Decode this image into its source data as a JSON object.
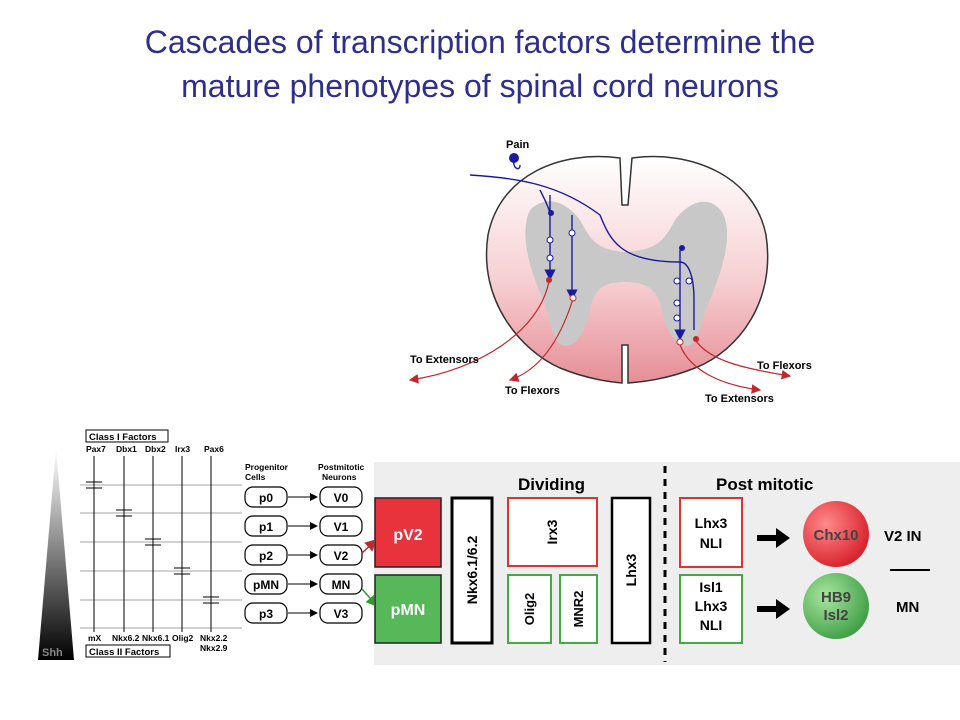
{
  "title": {
    "line1": "Cascades of transcription factors determine the",
    "line2": "mature phenotypes of spinal cord neurons"
  },
  "spinal_cord": {
    "pain": "Pain",
    "to_extensors_left": "To Extensors",
    "to_flexors_left": "To Flexors",
    "to_flexors_right": "To Flexors",
    "to_extensors_right": "To Extensors"
  },
  "gradient": {
    "shh": "Shh",
    "class1": "Class I Factors",
    "class2": "Class II Factors",
    "class1_factors": [
      "Pax7",
      "Dbx1",
      "Dbx2",
      "Irx3",
      "Pax6"
    ],
    "class2_factors": [
      "mX",
      "Nkx6.2",
      "Nkx6.1",
      "Olig2",
      "Nkx2.2",
      "Nkx2.9"
    ],
    "progenitor_header": [
      "Progenitor",
      "Cells"
    ],
    "postmitotic_header": [
      "Postmitotic",
      "Neurons"
    ],
    "progenitors": [
      "p0",
      "p1",
      "p2",
      "pMN",
      "p3"
    ],
    "neurons": [
      "V0",
      "V1",
      "V2",
      "MN",
      "V3"
    ]
  },
  "panel": {
    "dividing": "Dividing",
    "post_mitotic": "Post mitotic",
    "pv2": "pV2",
    "pmn": "pMN",
    "nkx": "Nkx6.1/6.2",
    "irx3": "Irx3",
    "olig2": "Olig2",
    "mnr2": "MNR2",
    "lhx3": "Lhx3",
    "lhx3_nli": [
      "Lhx3",
      "NLI"
    ],
    "isl1_lhx3_nli": [
      "Isl1",
      "Lhx3",
      "NLI"
    ],
    "chx10": "Chx10",
    "hb9_isl2": [
      "HB9",
      "Isl2"
    ],
    "v2in": "V2 IN",
    "mn": "MN"
  },
  "colors": {
    "title": "#2e2e8c",
    "red": "#e8323c",
    "green": "#57b85a",
    "blue_axon": "#1a1aa0",
    "red_axon": "#c0282c",
    "grey_matter": "#c8c8c8"
  }
}
